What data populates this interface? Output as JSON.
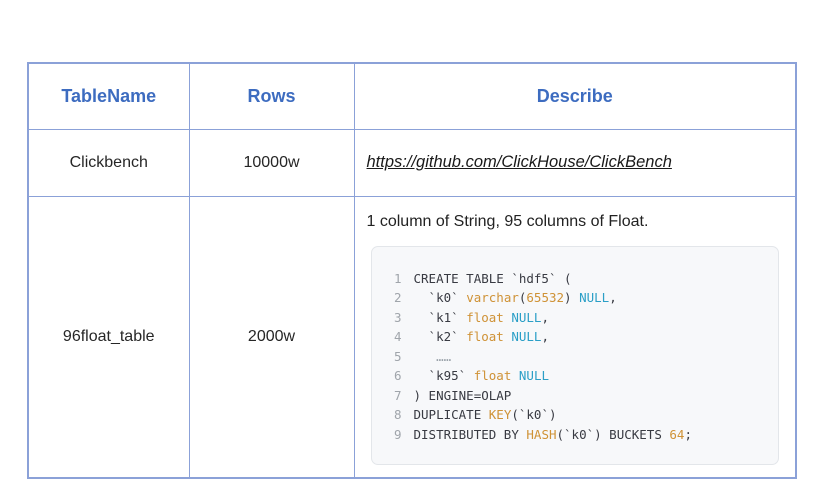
{
  "colors": {
    "header-blue": "#3d6cc0",
    "border-blue": "#8ba1d8",
    "code-gold": "#cf9236",
    "code-teal": "#2b9fc7"
  },
  "table": {
    "headers": {
      "col1": "TableName",
      "col2": "Rows",
      "col3": "Describe"
    },
    "row1": {
      "name": "Clickbench",
      "rows": "10000w",
      "describe_link": "https://github.com/ClickHouse/ClickBench"
    },
    "row2": {
      "name": "96float_table",
      "rows": "2000w",
      "describe_text": "1 column of String, 95 columns of Float."
    }
  },
  "code_block": {
    "lines": [
      {
        "num": "1",
        "tokens": [
          {
            "c": "plain",
            "v": "CREATE TABLE `hdf5` ("
          }
        ]
      },
      {
        "num": "2",
        "tokens": [
          {
            "c": "plain",
            "v": "  `k0` "
          },
          {
            "c": "gold",
            "v": "varchar"
          },
          {
            "c": "plain",
            "v": "("
          },
          {
            "c": "gold",
            "v": "65532"
          },
          {
            "c": "plain",
            "v": ") "
          },
          {
            "c": "teal",
            "v": "NULL"
          },
          {
            "c": "plain",
            "v": ","
          }
        ]
      },
      {
        "num": "3",
        "tokens": [
          {
            "c": "plain",
            "v": "  `k1` "
          },
          {
            "c": "gold",
            "v": "float"
          },
          {
            "c": "plain",
            "v": " "
          },
          {
            "c": "teal",
            "v": "NULL"
          },
          {
            "c": "plain",
            "v": ","
          }
        ]
      },
      {
        "num": "4",
        "tokens": [
          {
            "c": "plain",
            "v": "  `k2` "
          },
          {
            "c": "gold",
            "v": "float"
          },
          {
            "c": "plain",
            "v": " "
          },
          {
            "c": "teal",
            "v": "NULL"
          },
          {
            "c": "plain",
            "v": ","
          }
        ]
      },
      {
        "num": "5",
        "tokens": [
          {
            "c": "gray",
            "v": "   ……"
          }
        ]
      },
      {
        "num": "6",
        "tokens": [
          {
            "c": "plain",
            "v": "  `k95` "
          },
          {
            "c": "gold",
            "v": "float"
          },
          {
            "c": "plain",
            "v": " "
          },
          {
            "c": "teal",
            "v": "NULL"
          }
        ]
      },
      {
        "num": "7",
        "tokens": [
          {
            "c": "plain",
            "v": ") ENGINE=OLAP"
          }
        ]
      },
      {
        "num": "8",
        "tokens": [
          {
            "c": "plain",
            "v": "DUPLICATE "
          },
          {
            "c": "gold",
            "v": "KEY"
          },
          {
            "c": "plain",
            "v": "(`k0`)"
          }
        ]
      },
      {
        "num": "9",
        "tokens": [
          {
            "c": "plain",
            "v": "DISTRIBUTED BY "
          },
          {
            "c": "gold",
            "v": "HASH"
          },
          {
            "c": "plain",
            "v": "(`k0`) BUCKETS "
          },
          {
            "c": "gold",
            "v": "64"
          },
          {
            "c": "plain",
            "v": ";"
          }
        ]
      }
    ]
  }
}
